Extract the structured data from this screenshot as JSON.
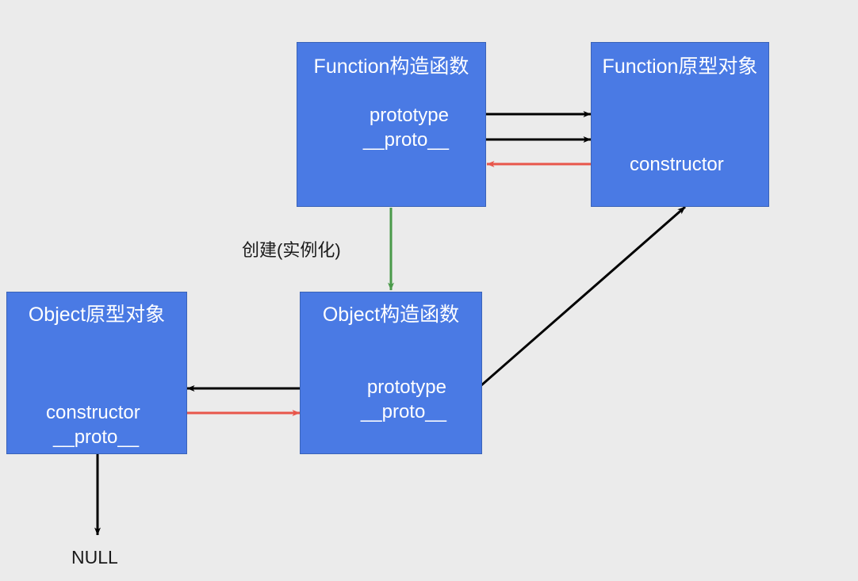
{
  "diagram": {
    "title": "JavaScript prototype chain diagram",
    "background_color": "#ebebeb",
    "box_fill_color": "#4a7ae4",
    "box_border_color": "#3a63b8",
    "box_text_color": "#ffffff",
    "black_edge_color": "#000000",
    "red_edge_color": "#e8564b",
    "green_edge_color": "#4a9a4a",
    "plain_text_color": "#1a1a1a"
  },
  "boxes": {
    "function_constructor": {
      "title": "Function构造函数",
      "slots": [
        {
          "label": "prototype"
        },
        {
          "label": "__proto__"
        }
      ]
    },
    "function_prototype": {
      "title": "Function原型对象",
      "slots": [
        {
          "label": "constructor"
        }
      ]
    },
    "object_prototype": {
      "title": "Object原型对象",
      "slots": [
        {
          "label": "constructor"
        },
        {
          "label": "__proto__"
        }
      ]
    },
    "object_constructor": {
      "title": "Object构造函数",
      "slots": [
        {
          "label": "prototype"
        },
        {
          "label": "__proto__"
        }
      ]
    }
  },
  "labels": {
    "create_instantiate": "创建(实例化)",
    "null_terminal": "NULL"
  },
  "edges": [
    {
      "name": "function-prototype-to-function-prototype-object",
      "color": "#000000",
      "direction": "right"
    },
    {
      "name": "function-proto-to-function-prototype-object",
      "color": "#000000",
      "direction": "right"
    },
    {
      "name": "function-prototype-object-constructor-to-function-constructor",
      "color": "#e8564b",
      "direction": "left"
    },
    {
      "name": "function-constructor-creates-object-constructor",
      "color": "#4a9a4a",
      "direction": "down"
    },
    {
      "name": "object-prototype-slot-to-object-prototype-object",
      "color": "#000000",
      "direction": "left"
    },
    {
      "name": "object-prototype-object-constructor-to-object-constructor",
      "color": "#e8564b",
      "direction": "right"
    },
    {
      "name": "object-constructor-proto-to-function-prototype-object",
      "color": "#000000",
      "direction": "up-right"
    },
    {
      "name": "object-prototype-object-proto-to-null",
      "color": "#000000",
      "direction": "down"
    }
  ]
}
